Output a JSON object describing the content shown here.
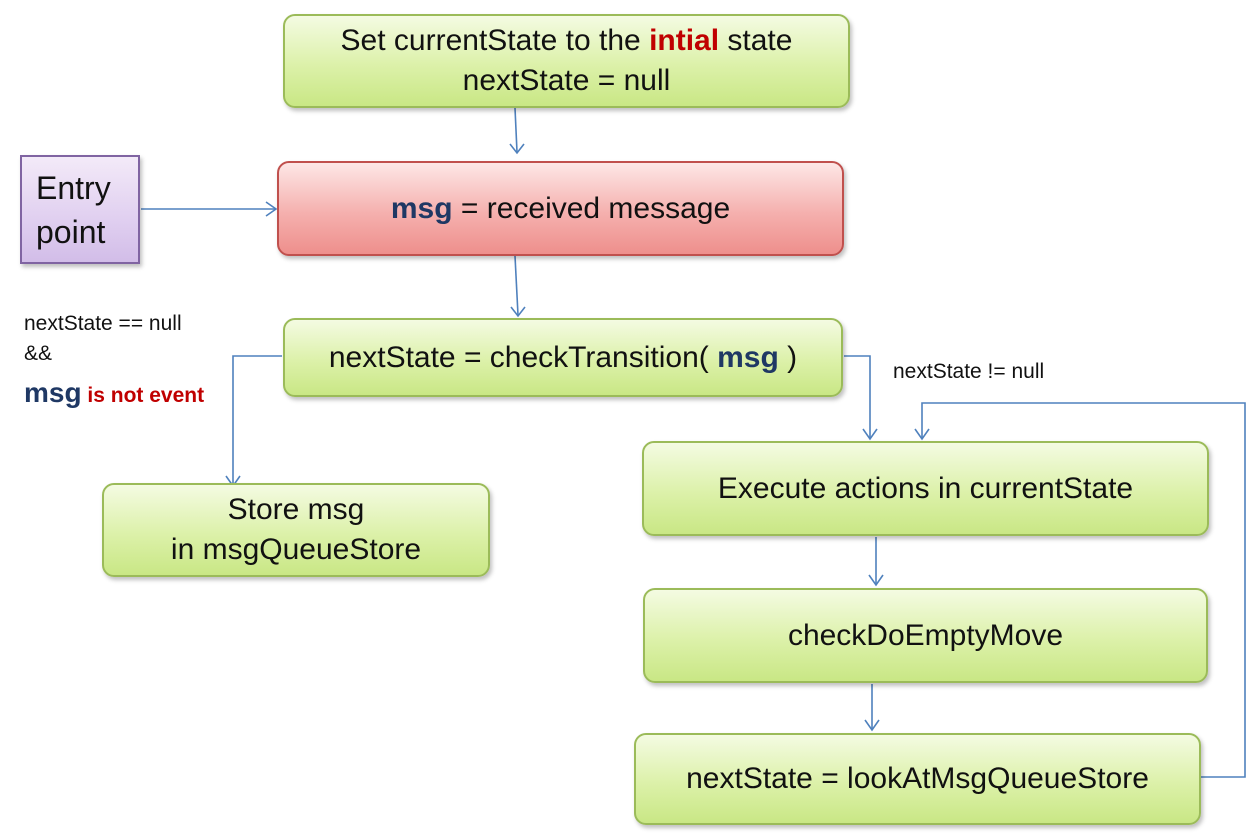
{
  "boxes": {
    "init": {
      "line1_before": "Set currentState to the ",
      "line1_highlight": "intial",
      "line1_after": " state",
      "line2": "nextState = null"
    },
    "entry": {
      "line1": "Entry",
      "line2": "point"
    },
    "receive": {
      "var": "msg",
      "text": " = received message"
    },
    "check": {
      "before": "nextState = checkTransition( ",
      "var": "msg",
      "after": " )"
    },
    "store": {
      "line1": "Store msg",
      "line2": "in msgQueueStore"
    },
    "execute": {
      "text": "Execute actions in currentState"
    },
    "empty": {
      "text": "checkDoEmptyMove"
    },
    "lookat": {
      "text": "nextState = lookAtMsgQueueStore"
    }
  },
  "conditions": {
    "left": {
      "line1": "nextState == null",
      "line2": "&&",
      "var": "msg",
      "suffix": " is not event"
    },
    "right": {
      "text": "nextState != null"
    }
  },
  "colors": {
    "arrow": "#4f81bd",
    "green_fill": "#dcf1a9",
    "red_fill": "#f5b0ae",
    "purple_fill": "#e0cff0",
    "accent_blue": "#1f3864",
    "accent_red": "#c00000"
  }
}
